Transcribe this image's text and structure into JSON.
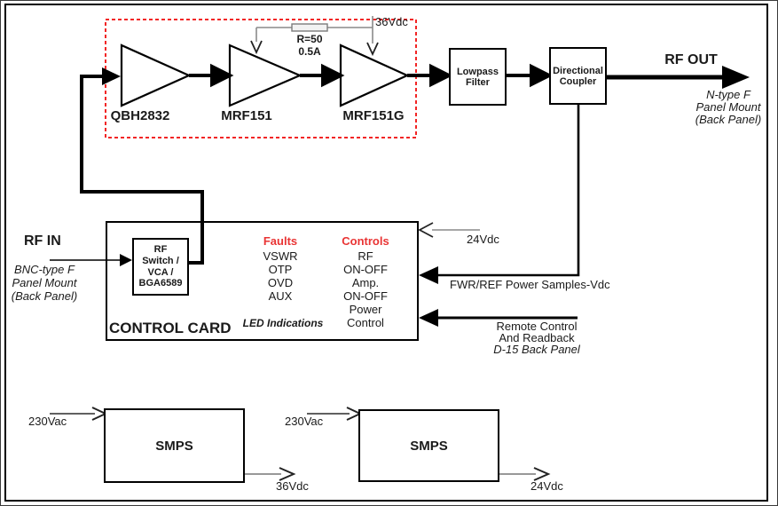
{
  "colors": {
    "accent_red": "#e93434",
    "wire_gray": "#8a8a8a",
    "wire_black": "#111111"
  },
  "chain": {
    "stages": [
      {
        "label": "QBH2832"
      },
      {
        "label": "MRF151"
      },
      {
        "label": "MRF151G"
      }
    ],
    "resistor_value": "R=50",
    "resistor_current": "0.5A",
    "supply": "36Vdc"
  },
  "filter": {
    "line1": "Lowpass",
    "line2": "Filter"
  },
  "coupler": {
    "line1": "Directional",
    "line2": "Coupler"
  },
  "rf_out": {
    "label": "RF OUT",
    "notes": [
      "N-type F",
      "Panel Mount",
      "(Back Panel)"
    ]
  },
  "rf_in": {
    "label": "RF IN",
    "notes": [
      "BNC-type F",
      "Panel Mount",
      "(Back Panel)"
    ]
  },
  "control_card": {
    "title": "CONTROL CARD",
    "rf_switch": [
      "RF",
      "Switch /",
      "VCA /",
      "BGA6589"
    ],
    "faults_header": "Faults",
    "faults": [
      "VSWR",
      "OTP",
      "OVD",
      "AUX"
    ],
    "controls_header": "Controls",
    "controls": [
      "RF",
      "ON-OFF",
      "Amp.",
      "ON-OFF",
      "Power",
      "Control"
    ],
    "led_note": "LED Indications",
    "supply": "24Vdc"
  },
  "signals": {
    "fwr_ref": "FWR/REF Power Samples-Vdc",
    "remote": [
      "Remote Control",
      "And Readback",
      "D-15 Back Panel"
    ]
  },
  "power": {
    "smps1": {
      "label": "SMPS",
      "input": "230Vac",
      "output": "36Vdc"
    },
    "smps2": {
      "label": "SMPS",
      "input": "230Vac",
      "output": "24Vdc"
    }
  }
}
